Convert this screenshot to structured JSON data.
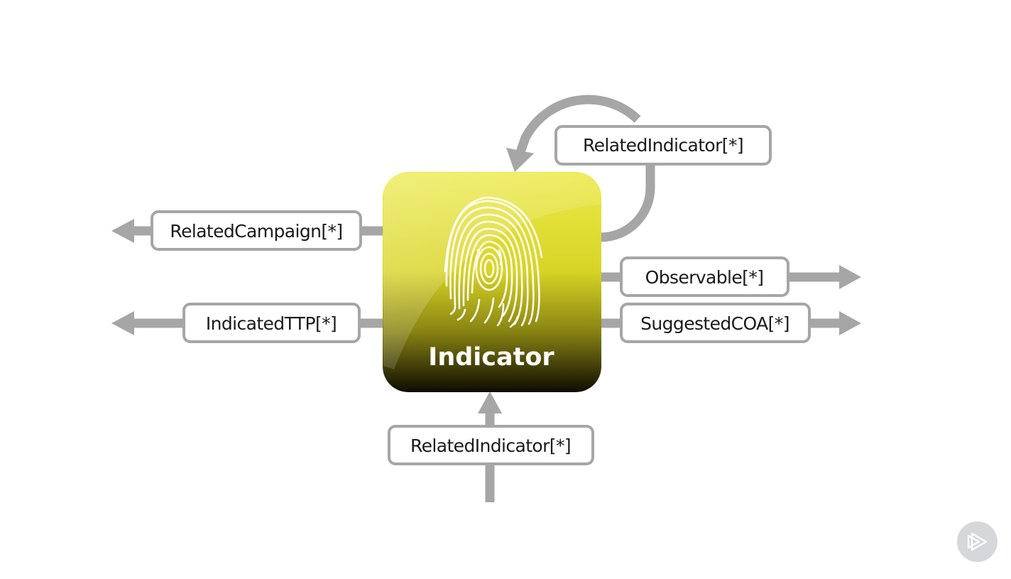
{
  "center_node": {
    "title": "Indicator",
    "icon": "fingerprint-icon",
    "colors": {
      "top": "#ecea4a",
      "middle": "#c6c21a",
      "bottom": "#0e0c02"
    }
  },
  "relationships": {
    "related_indicator_loop": "RelatedIndicator[*]",
    "related_campaign": "RelatedCampaign[*]",
    "indicated_ttp": "IndicatedTTP[*]",
    "observable": "Observable[*]",
    "suggested_coa": "SuggestedCOA[*]",
    "related_indicator_incoming": "RelatedIndicator[*]"
  },
  "connector_color": "#a6a6a6",
  "player_button": {
    "icon": "play-logo-icon"
  }
}
